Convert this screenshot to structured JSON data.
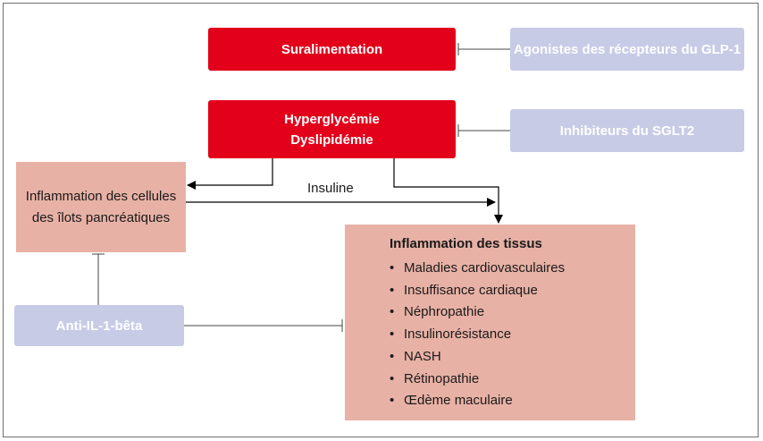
{
  "boxes": {
    "overeating": "Suralimentation",
    "hyperglycemia": "Hyperglycémie",
    "dyslipidemia": "Dyslipidémie",
    "glp1": "Agonistes des récepteurs du GLP-1",
    "sglt2": "Inhibiteurs du SGLT2",
    "islet_line1": "Inflammation des cellules",
    "islet_line2": "des îlots pancréatiques",
    "anti_il1": "Anti-IL-1-bêta"
  },
  "labels": {
    "insulin": "Insuline"
  },
  "tissue": {
    "title": "Inflammation des tissus",
    "items": [
      "Maladies cardiovasculaires",
      "Insuffisance cardiaque",
      "Néphropathie",
      "Insulinorésistance",
      "NASH",
      "Rétinopathie",
      "Œdème maculaire"
    ]
  },
  "colors": {
    "red": "#e2001a",
    "lavender": "#c7cbe6",
    "salmon": "#e8b1a5"
  }
}
